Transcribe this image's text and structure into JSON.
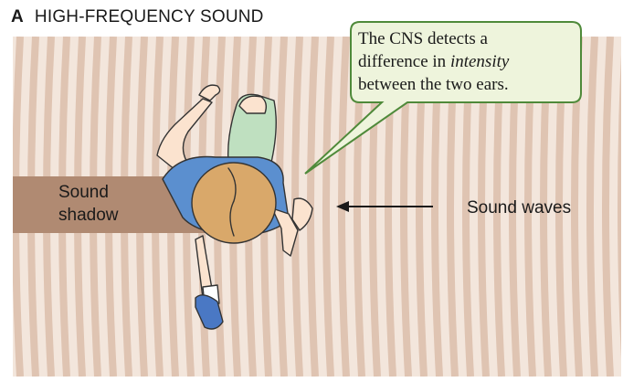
{
  "panel": {
    "letter": "A",
    "title": "HIGH-FREQUENCY SOUND"
  },
  "callout": {
    "line1": "The CNS detects a",
    "line2_before": "difference in ",
    "line2_em": "intensity",
    "line3": "between the two ears."
  },
  "labels": {
    "shadow_line1": "Sound",
    "shadow_line2": "shadow",
    "waves": "Sound waves"
  },
  "colors": {
    "wave_light": "#ffffff",
    "wave_dark": "#d8b8a4",
    "shadow": "#b08a72",
    "callout_fill": "#eef4dc",
    "callout_stroke": "#4f8a3a",
    "shirt": "#5b8fcf",
    "shorts": "#bfe0c0",
    "hair": "#d9a86a",
    "skin": "#fbe3cf",
    "shoe": "#4a78c4"
  }
}
